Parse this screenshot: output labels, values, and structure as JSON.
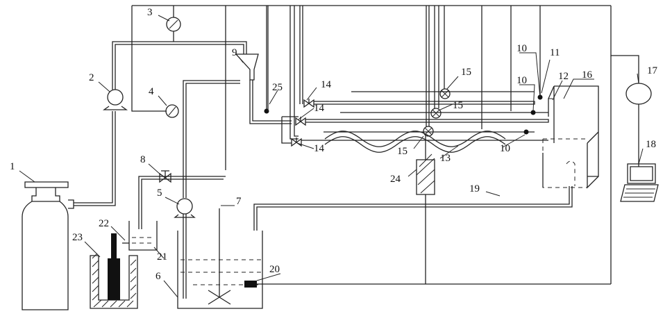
{
  "labels": {
    "l1": "1",
    "l2": "2",
    "l3": "3",
    "l4": "4",
    "l5": "5",
    "l6": "6",
    "l7": "7",
    "l8": "8",
    "l9": "9",
    "l10a": "10",
    "l10b": "10",
    "l10c": "10",
    "l11": "11",
    "l12": "12",
    "l13": "13",
    "l14a": "14",
    "l14b": "14",
    "l14c": "14",
    "l15a": "15",
    "l15b": "15",
    "l15c": "15",
    "l16": "16",
    "l17": "17",
    "l18": "18",
    "l19": "19",
    "l20": "20",
    "l21": "21",
    "l22": "22",
    "l23": "23",
    "l24": "24",
    "l25": "25"
  },
  "icons": {
    "cylinder": "gas-cylinder-icon",
    "pump": "pump-icon",
    "gauge": "pressure-gauge-icon",
    "valve": "valve-icon",
    "flowmeter": "flowmeter-icon",
    "computer": "laptop-computer-icon"
  }
}
